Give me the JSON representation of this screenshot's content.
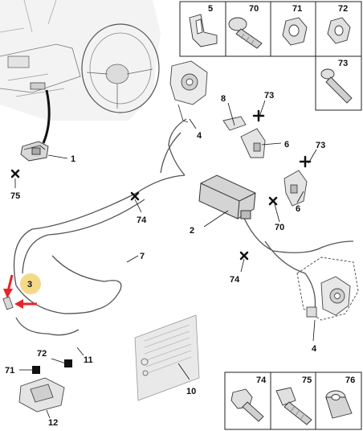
{
  "callouts": {
    "c1": "1",
    "c2": "2",
    "c3": "3",
    "c4a": "4",
    "c4b": "4",
    "c6a": "6",
    "c6b": "6",
    "c7": "7",
    "c8": "8",
    "c10": "10",
    "c11": "11",
    "c12": "12",
    "c70a": "70",
    "c71": "71",
    "c72": "72",
    "c73a": "73",
    "c73b": "73",
    "c74a": "74",
    "c74b": "74",
    "c75": "75"
  },
  "parts_top": {
    "p5": "5",
    "p70": "70",
    "p71": "71",
    "p72": "72",
    "p73": "73"
  },
  "parts_bottom": {
    "p74": "74",
    "p75": "75",
    "p76": "76"
  },
  "colors": {
    "line": "#333333",
    "highlight": "#f5d98a",
    "arrow": "#e8232a",
    "part_fill": "#e6e6e6"
  }
}
